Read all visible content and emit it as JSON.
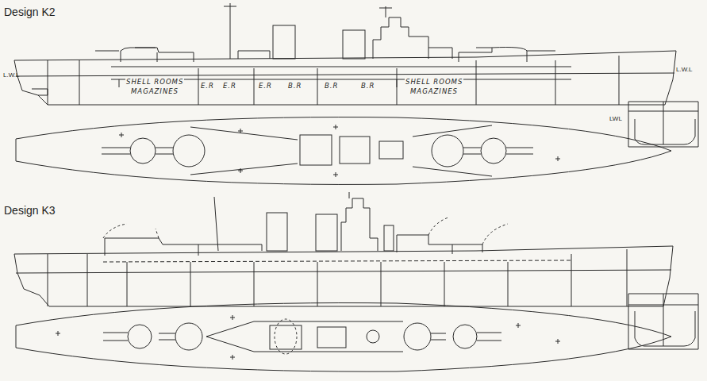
{
  "diagram": {
    "labels": [
      "Design K2",
      "L.W.L",
      "L.W.L",
      "SHELL ROOMS",
      "MAGAZINES",
      "E.R",
      "E.R",
      "E.R",
      "B.R",
      "B.R",
      "B.R",
      "SHELL ROOMS",
      "MAGAZINES",
      "LWL",
      "Design K3"
    ]
  }
}
